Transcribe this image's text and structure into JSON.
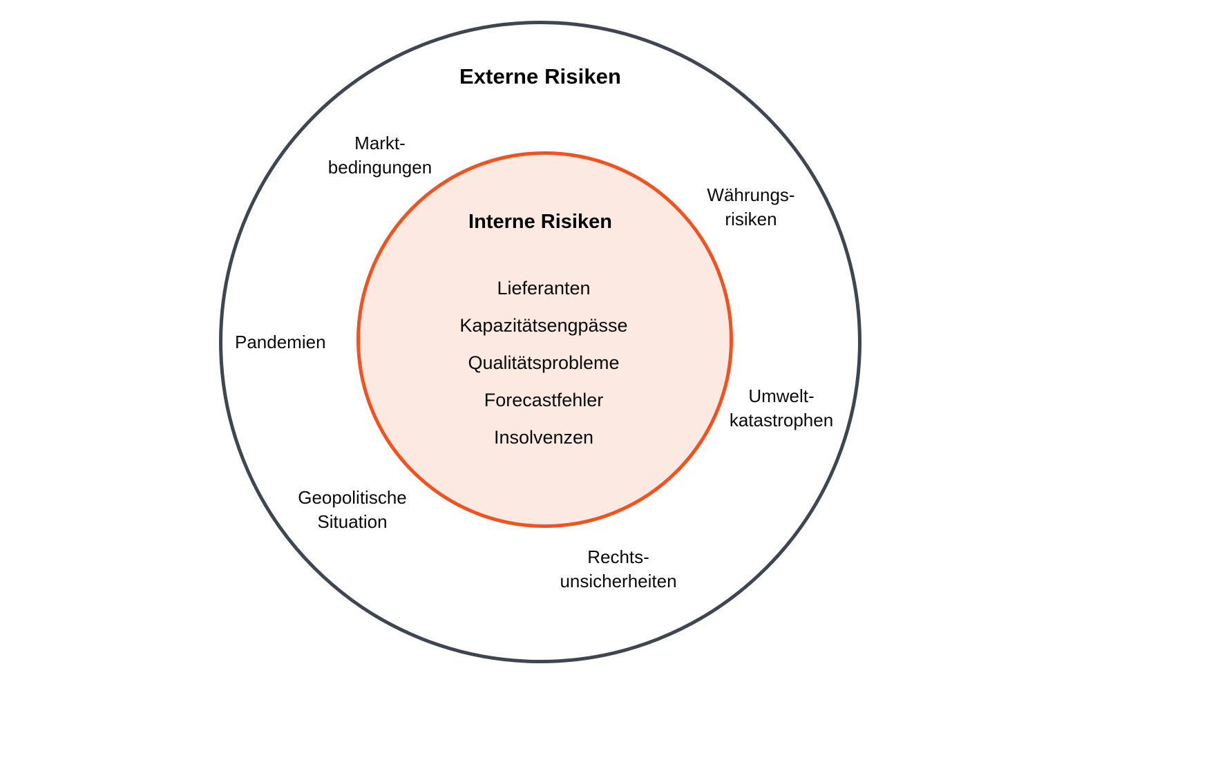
{
  "diagram": {
    "type": "concentric-circles",
    "outer": {
      "title": "Externe Risiken",
      "border_color": "#3E4651",
      "fill_color": "#FFFFFF",
      "labels": [
        {
          "id": "marktbedingungen",
          "lines": [
            "Markt-",
            "bedingungen"
          ]
        },
        {
          "id": "waehrungsrisiken",
          "lines": [
            "Währungs-",
            "risiken"
          ]
        },
        {
          "id": "pandemien",
          "lines": [
            "Pandemien"
          ]
        },
        {
          "id": "umweltkatastrophen",
          "lines": [
            "Umwelt-",
            "katastrophen"
          ]
        },
        {
          "id": "geopolitische-situation",
          "lines": [
            "Geopolitische",
            "Situation"
          ]
        },
        {
          "id": "rechtsunsicherheiten",
          "lines": [
            "Rechts-",
            "unsicherheiten"
          ]
        }
      ]
    },
    "inner": {
      "title": "Interne Risiken",
      "border_color": "#F4511E",
      "fill_color": "#FCE9E2",
      "items": [
        "Lieferanten",
        "Kapazitätsengpässe",
        "Qualitätsprobleme",
        "Forecastfehler",
        "Insolvenzen"
      ]
    }
  }
}
